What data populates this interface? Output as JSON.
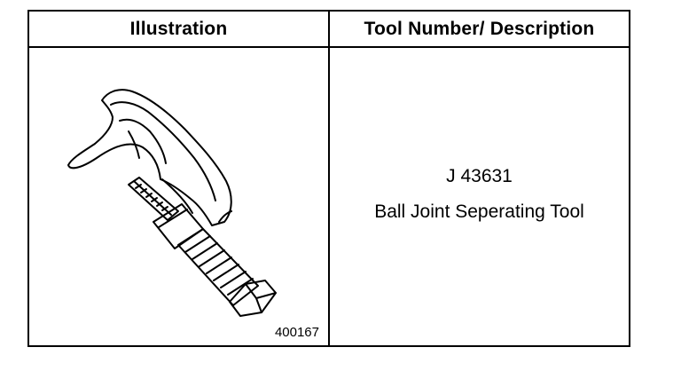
{
  "table": {
    "header_illustration": "Illustration",
    "header_description": "Tool Number/ Description",
    "tool_number": "J 43631",
    "tool_name": "Ball Joint Seperating Tool",
    "figure_number": "400167"
  },
  "icons": {
    "illustration": "ball-joint-separator-tool-drawing"
  }
}
